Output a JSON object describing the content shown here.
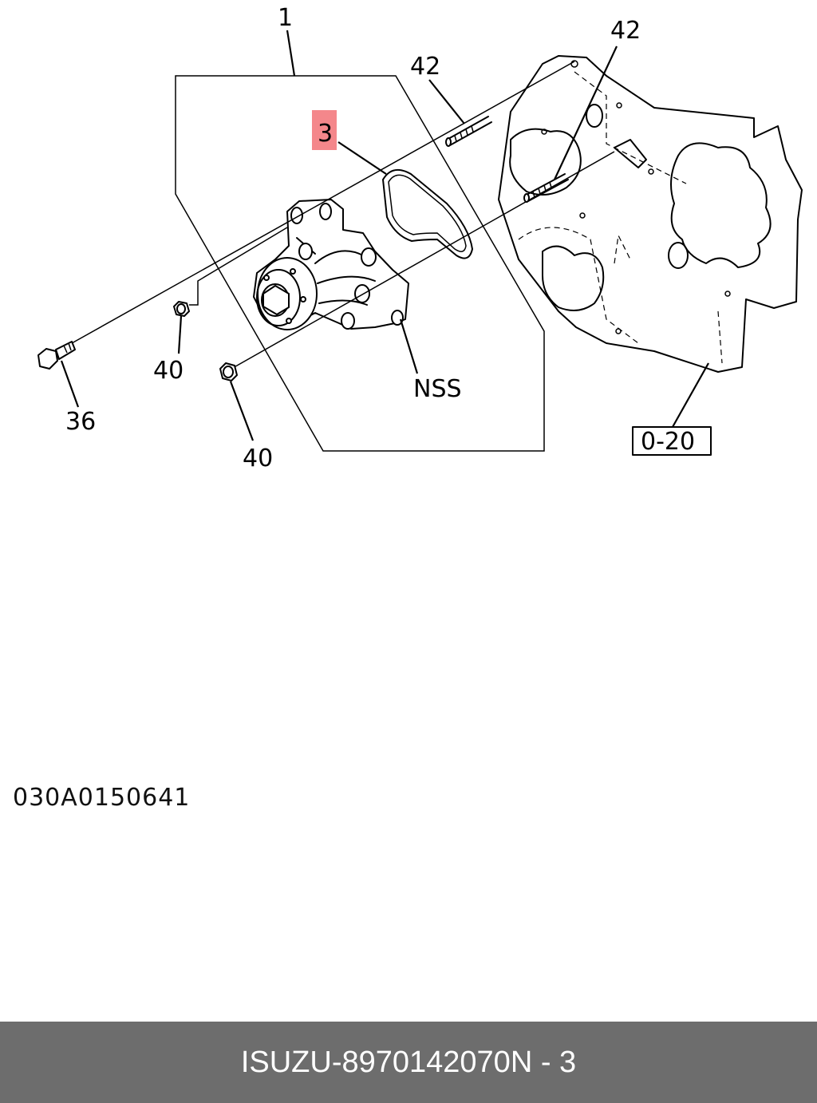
{
  "diagram": {
    "callouts": {
      "assembly": "1",
      "gasket": "3",
      "stud_upper": "42",
      "stud_right": "42",
      "nss": "NSS",
      "nut_a": "40",
      "nut_b": "40",
      "bolt": "36",
      "reference": "0-20"
    },
    "highlight_color": "#f4878b"
  },
  "catalog_code": "030A0150641",
  "footer": {
    "brand": "ISUZU",
    "separator": "-",
    "part_number": "8970142070",
    "position": "N - 3",
    "background": "#6d6d6d"
  }
}
